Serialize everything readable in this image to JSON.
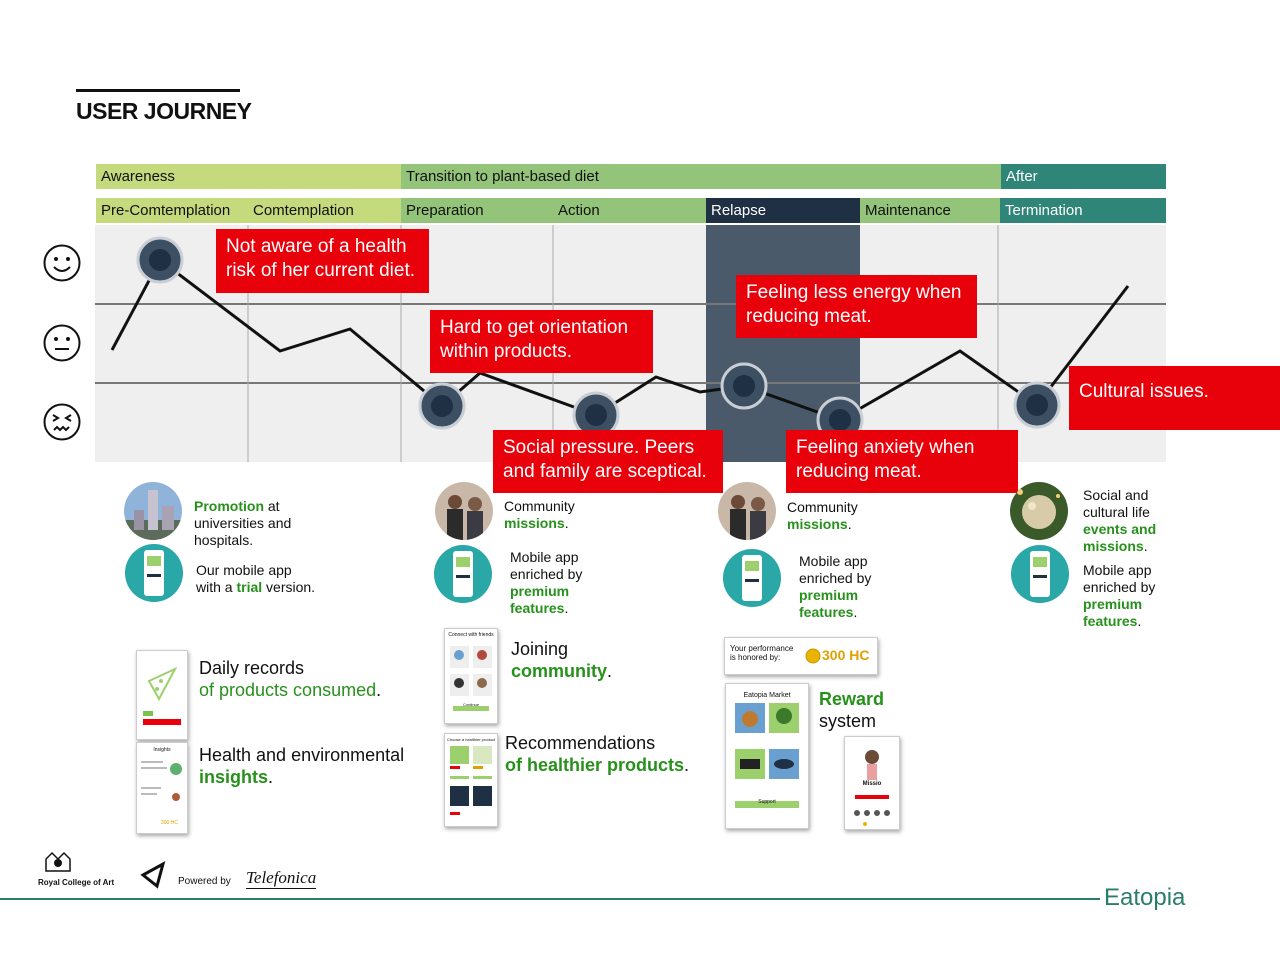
{
  "title": "USER JOURNEY",
  "phases": {
    "top": [
      {
        "label": "Awareness",
        "color": "#c5d97d"
      },
      {
        "label": "Transition to plant-based diet",
        "color": "#94c47a"
      },
      {
        "label": "After",
        "color": "#2f8577"
      }
    ],
    "stages": [
      {
        "label": "Pre-Comtemplation",
        "color": "#c5d97d"
      },
      {
        "label": "Comtemplation",
        "color": "#c5d97d"
      },
      {
        "label": "Preparation",
        "color": "#94c47a"
      },
      {
        "label": "Action",
        "color": "#94c47a"
      },
      {
        "label": "Relapse",
        "color": "#1f2f44"
      },
      {
        "label": "Maintenance",
        "color": "#94c47a"
      },
      {
        "label": "Termination",
        "color": "#2f8577"
      }
    ]
  },
  "faces": [
    "happy-face-icon",
    "neutral-face-icon",
    "distressed-face-icon"
  ],
  "callouts": {
    "c1": "Not aware of a health risk of her current diet.",
    "c2": "Hard to get orientation within products.",
    "c3": "Social pressure. Peers and family are sceptical.",
    "c4": "Feeling less energy when reducing meat.",
    "c5": "Feeling anxiety when reducing meat.",
    "c6": "Cultural issues."
  },
  "col1": {
    "promo_green": "Promotion",
    "promo_rest": " at universities and hospitals.",
    "app_a": "Our mobile app with a ",
    "app_green": "trial",
    "app_b": " version.",
    "daily_a": "Daily records",
    "daily_green": "of products consumed",
    "daily_b": ".",
    "health_a": "Health and environmental",
    "health_green": "insights",
    "health_b": "."
  },
  "col2": {
    "comm_a": "Community",
    "comm_green": "missions",
    "comm_b": ".",
    "app_a": "Mobile app enriched by",
    "app_green": "premium features",
    "app_b": ".",
    "join_a": "Joining",
    "join_green": "community",
    "join_b": ".",
    "rec_a": "Recommendations",
    "rec_green": "of healthier products",
    "rec_b": ".",
    "phone_connect": "Connect with friends",
    "phone_connect_btn": "Continue",
    "phone_choose": "Choose a healthier product"
  },
  "col3": {
    "comm_a": "Community",
    "comm_green": "missions",
    "comm_b": ".",
    "app_a": "Mobile app enriched by",
    "app_green": "premium features",
    "app_b": ".",
    "perf_label": "Your performance is honored by:",
    "perf_value": "300 HC",
    "reward_green": "Reward",
    "reward_b": "system",
    "market_title": "Eatopia Market",
    "market_btn": "Support",
    "mission_title": "Missio"
  },
  "col4": {
    "social_a": "Social and cultural life",
    "social_green": "events and missions",
    "social_b": ".",
    "app_a": "Mobile app enriched by",
    "app_green": "premium features",
    "app_b": "."
  },
  "phone1": {
    "title": "Insights",
    "hc": "300 HC"
  },
  "footer": {
    "rca": "Royal College of Art",
    "powered": "Powered by",
    "telefonica": "Telefonica",
    "brand": "Eatopia"
  },
  "colors": {
    "accent_red": "#e8000b",
    "green_text": "#27911c",
    "brand": "#2a7d6a"
  }
}
